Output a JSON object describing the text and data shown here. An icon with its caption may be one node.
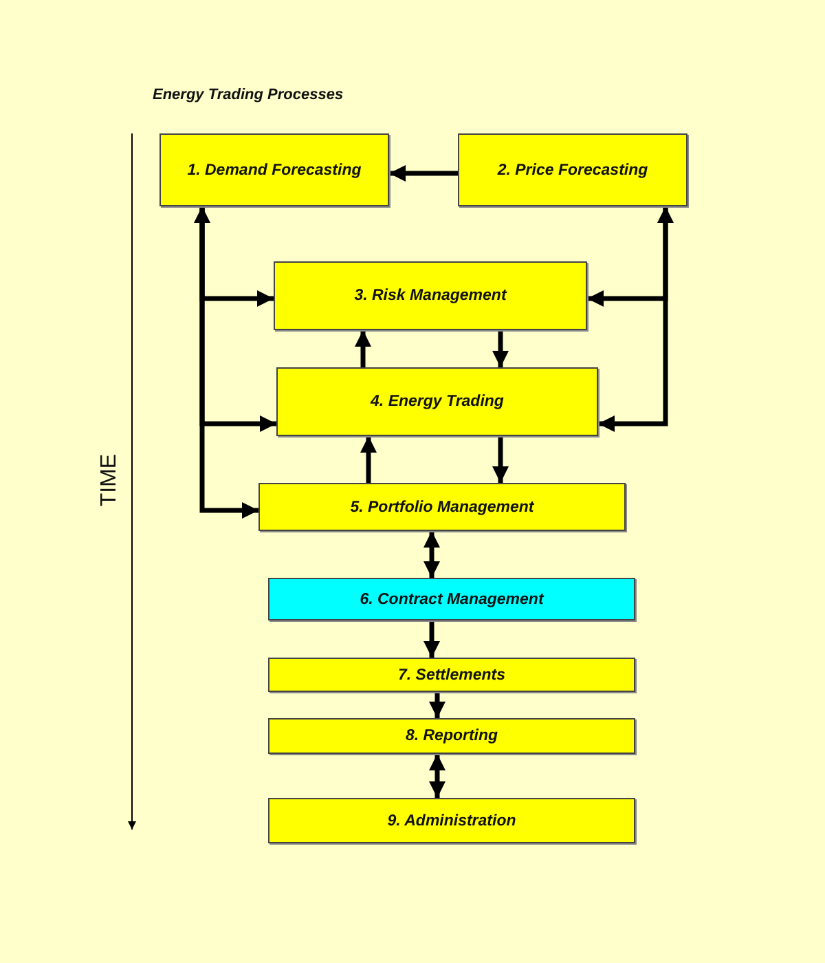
{
  "diagram": {
    "title": "Energy Trading Processes",
    "nodes": [
      {
        "text": [
          "1. Demand Forecasting"
        ]
      },
      {
        "text": [
          "2. Price Forecasting"
        ]
      },
      {
        "text": [
          "3. Risk Management"
        ]
      },
      {
        "text": [
          "4. Energy Trading"
        ]
      },
      {
        "text": [
          "5. Portfolio Management"
        ]
      },
      {
        "text": [
          "6. Contract Management"
        ]
      },
      {
        "text": [
          "7. Settlements"
        ]
      },
      {
        "text": [
          "8. Reporting"
        ]
      },
      {
        "text": [
          "9. Administration"
        ]
      }
    ],
    "edges": [
      {
        "from": 1,
        "to": 0,
        "arrow": "to"
      },
      {
        "from": 0,
        "to": 2,
        "arrow": "both"
      },
      {
        "from": 0,
        "to": 3,
        "arrow": "to"
      },
      {
        "from": 0,
        "to": 4,
        "arrow": "to"
      },
      {
        "from": 1,
        "to": 2,
        "arrow": "both"
      },
      {
        "from": 1,
        "to": 3,
        "arrow": "to"
      },
      {
        "from": 3,
        "to": 2,
        "arrow": "to"
      },
      {
        "from": 2,
        "to": 3,
        "arrow": "to"
      },
      {
        "from": 4,
        "to": 3,
        "arrow": "to"
      },
      {
        "from": 3,
        "to": 4,
        "arrow": "to"
      },
      {
        "from": 4,
        "to": 5,
        "arrow": "both"
      },
      {
        "from": 5,
        "to": 6,
        "arrow": "to"
      },
      {
        "from": 6,
        "to": 7,
        "arrow": "to"
      },
      {
        "from": 7,
        "to": 8,
        "arrow": "both"
      }
    ],
    "labels": [
      "TIME"
    ]
  }
}
